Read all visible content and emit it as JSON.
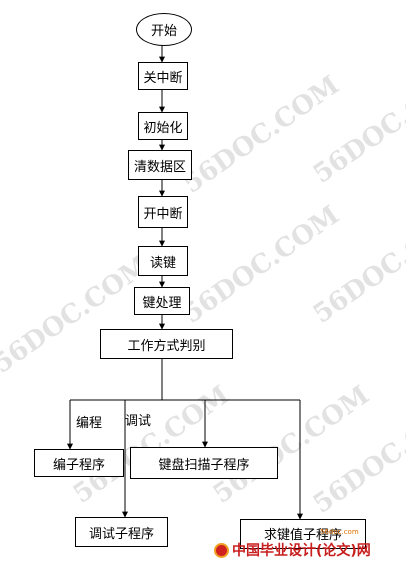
{
  "flowchart": {
    "start": "开始",
    "steps": [
      "关中断",
      "初始化",
      "清数据区",
      "开中断",
      "读键",
      "键处理",
      "工作方式判别"
    ],
    "branch_labels": {
      "programming": "编程",
      "debugging": "调试"
    },
    "subroutines": {
      "programming": "编子程序",
      "keyscan": "键盘扫描子程序",
      "debugging": "调试子程序",
      "findkey": "求键值子程序"
    }
  },
  "watermark": "56DOC.COM",
  "footer_logo": {
    "text": "中国毕业设计(论文)网",
    "small": "56doc.com"
  }
}
